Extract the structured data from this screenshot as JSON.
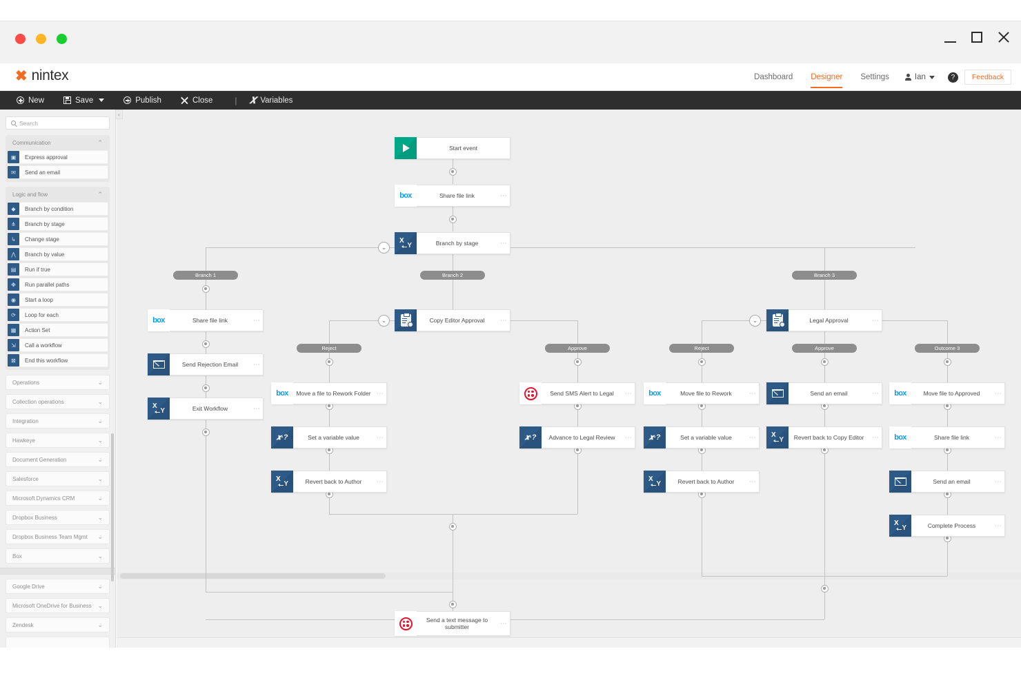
{
  "window": {
    "controls": {
      "minimize": "minimize-icon",
      "maximize": "maximize-icon",
      "close": "close-icon"
    },
    "lights": [
      "close-light",
      "minimize-light",
      "zoom-light"
    ]
  },
  "brand": {
    "mark": "✖",
    "name": "nintex"
  },
  "topnav": {
    "items": [
      {
        "label": "Dashboard",
        "active": false
      },
      {
        "label": "Designer",
        "active": true
      },
      {
        "label": "Settings",
        "active": false
      }
    ],
    "user": "Ian",
    "help": "?",
    "feedback": "Feedback"
  },
  "toolbar": {
    "new": "New",
    "save": "Save",
    "publish": "Publish",
    "close": "Close",
    "separator": "|",
    "variables": "Variables"
  },
  "sidebar": {
    "search_placeholder": "Search",
    "groups": [
      {
        "title": "Communication",
        "expanded": true,
        "actions": [
          {
            "label": "Express approval",
            "icon": "express-approval-icon"
          },
          {
            "label": "Send an email",
            "icon": "envelope-icon"
          }
        ]
      },
      {
        "title": "Logic and flow",
        "expanded": true,
        "actions": [
          {
            "label": "Branch by condition",
            "icon": "branch-condition-icon"
          },
          {
            "label": "Branch by stage",
            "icon": "branch-stage-icon"
          },
          {
            "label": "Change stage",
            "icon": "change-stage-icon"
          },
          {
            "label": "Branch by value",
            "icon": "branch-value-icon"
          },
          {
            "label": "Run if true",
            "icon": "run-if-true-icon"
          },
          {
            "label": "Run parallel paths",
            "icon": "parallel-paths-icon"
          },
          {
            "label": "Start a loop",
            "icon": "start-loop-icon"
          },
          {
            "label": "Loop for each",
            "icon": "loop-for-each-icon"
          },
          {
            "label": "Action Set",
            "icon": "action-set-icon"
          },
          {
            "label": "Call a workflow",
            "icon": "call-workflow-icon"
          },
          {
            "label": "End this workflow",
            "icon": "end-workflow-icon"
          }
        ]
      }
    ],
    "collapsed_groups_top": [
      "Operations",
      "Collection operations",
      "Integration",
      "Hawkeye",
      "Document Generation",
      "Salesforce",
      "Microsoft Dynamics CRM",
      "Dropbox Business",
      "Dropbox Business Team Mgmt",
      "Box"
    ],
    "collapsed_groups_bottom": [
      "Google Drive",
      "Microsoft OneDrive for Business",
      "Zendesk"
    ]
  },
  "canvas": {
    "nodes": [
      {
        "id": "start",
        "label": "Start event",
        "icon": "play-icon",
        "icon_style": "green",
        "dots": false
      },
      {
        "id": "share1",
        "label": "Share file link",
        "icon": "box-icon",
        "icon_style": "white",
        "dots": true
      },
      {
        "id": "branch_stage",
        "label": "Branch by stage",
        "icon": "xy-icon",
        "icon_style": "blue",
        "dots": true
      },
      {
        "id": "b1_share",
        "label": "Share file link",
        "icon": "box-icon",
        "icon_style": "white",
        "dots": true
      },
      {
        "id": "b1_reject_email",
        "label": "Send Rejection Email",
        "icon": "envelope-icon",
        "icon_style": "blue",
        "dots": true
      },
      {
        "id": "b1_exit",
        "label": "Exit Workflow",
        "icon": "xy-icon",
        "icon_style": "blue",
        "dots": true
      },
      {
        "id": "copy_approval",
        "label": "Copy Editor Approval",
        "icon": "approval-icon",
        "icon_style": "blue",
        "dots": true
      },
      {
        "id": "ce_move_rework",
        "label": "Move a file to Rework Folder",
        "icon": "box-icon",
        "icon_style": "white",
        "dots": true
      },
      {
        "id": "ce_setvar",
        "label": "Set a variable value",
        "icon": "xq-icon",
        "icon_style": "blue",
        "dots": true
      },
      {
        "id": "ce_revert",
        "label": "Revert back to Author",
        "icon": "xy-icon",
        "icon_style": "blue",
        "dots": true
      },
      {
        "id": "ce_sms",
        "label": "Send SMS Alert to Legal",
        "icon": "twilio-icon",
        "icon_style": "white",
        "dots": true
      },
      {
        "id": "ce_advance",
        "label": "Advance to Legal Review",
        "icon": "xq-icon",
        "icon_style": "blue",
        "dots": true
      },
      {
        "id": "legal_approval",
        "label": "Legal Approval",
        "icon": "approval-icon",
        "icon_style": "blue",
        "dots": true
      },
      {
        "id": "lg_move_rework",
        "label": "Move file to Rework",
        "icon": "box-icon",
        "icon_style": "white",
        "dots": true
      },
      {
        "id": "lg_setvar",
        "label": "Set a variable value",
        "icon": "xq-icon",
        "icon_style": "blue",
        "dots": true
      },
      {
        "id": "lg_revert",
        "label": "Revert back to Author",
        "icon": "xy-icon",
        "icon_style": "blue",
        "dots": true
      },
      {
        "id": "lg_email",
        "label": "Send an email",
        "icon": "envelope-icon",
        "icon_style": "blue",
        "dots": true
      },
      {
        "id": "lg_revert_ce",
        "label": "Revert back to Copy Editor",
        "icon": "xy-icon",
        "icon_style": "blue",
        "dots": true
      },
      {
        "id": "o3_move_appr",
        "label": "Move file to Approved",
        "icon": "box-icon",
        "icon_style": "white",
        "dots": true
      },
      {
        "id": "o3_share",
        "label": "Share file link",
        "icon": "box-icon",
        "icon_style": "white",
        "dots": true
      },
      {
        "id": "o3_email",
        "label": "Send an email",
        "icon": "envelope-icon",
        "icon_style": "blue",
        "dots": true
      },
      {
        "id": "o3_complete",
        "label": "Complete Process",
        "icon": "xy-icon",
        "icon_style": "blue",
        "dots": true
      },
      {
        "id": "final_sms",
        "label": "Send a text message to submitter",
        "icon": "twilio-icon",
        "icon_style": "white",
        "dots": true
      }
    ],
    "branch_labels": [
      {
        "id": "branch1",
        "label": "Branch 1"
      },
      {
        "id": "branch2",
        "label": "Branch 2"
      },
      {
        "id": "branch3",
        "label": "Branch 3"
      },
      {
        "id": "ce_reject",
        "label": "Reject"
      },
      {
        "id": "ce_approve",
        "label": "Approve"
      },
      {
        "id": "lg_reject",
        "label": "Reject"
      },
      {
        "id": "lg_approve",
        "label": "Approve"
      },
      {
        "id": "lg_out3",
        "label": "Outcome 3"
      }
    ],
    "collapsers": [
      "branch-stage-collapser",
      "copy-approval-collapser",
      "legal-approval-collapser"
    ]
  },
  "colors": {
    "accent": "#f36b21",
    "node_blue": "#2d5a87",
    "start_green": "#00a887",
    "box_blue": "#0c9ded",
    "twilio_red": "#e5132b",
    "toolbar_dark": "#2e2e2e"
  }
}
